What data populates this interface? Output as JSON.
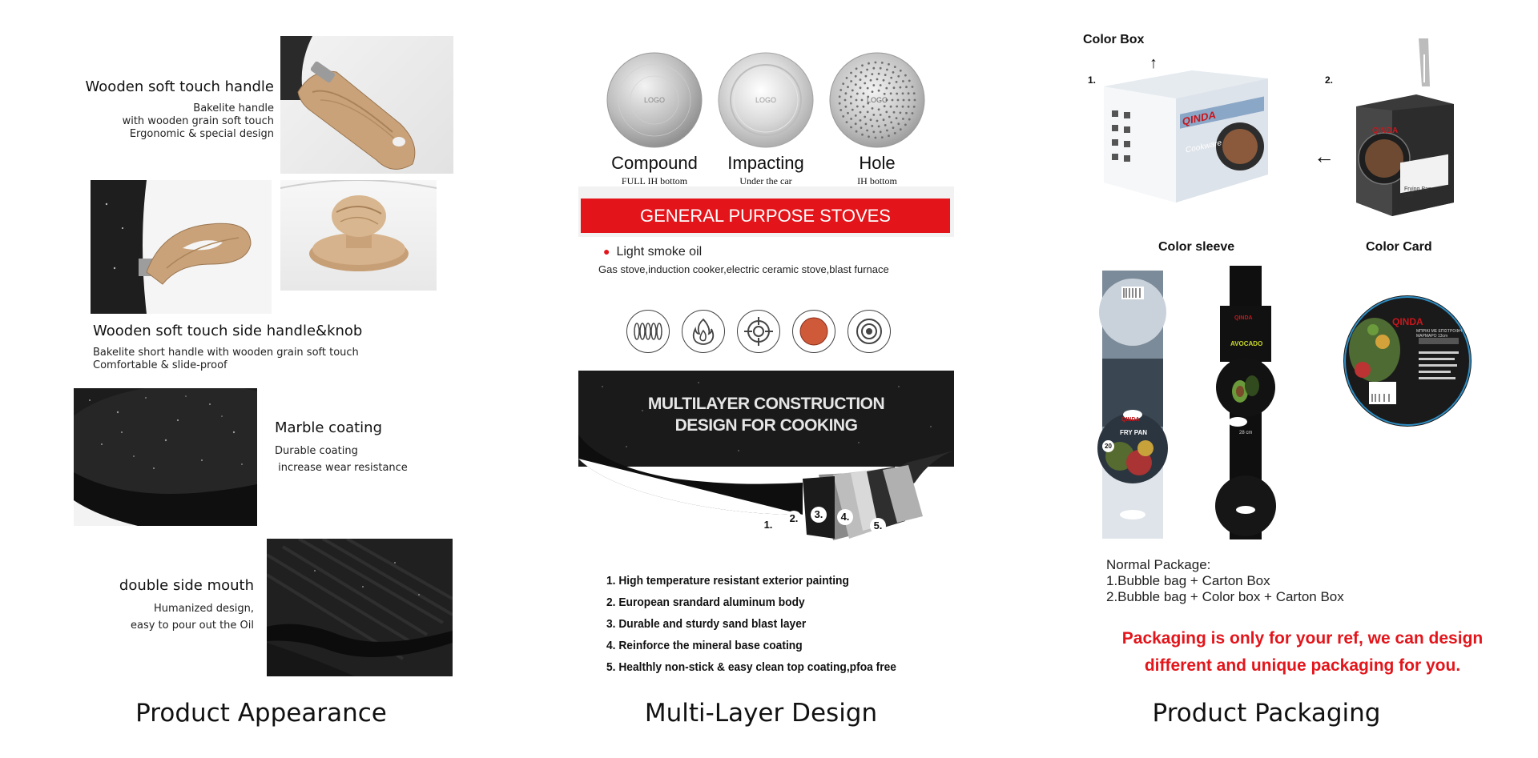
{
  "appearance": {
    "section_label": "Product Appearance",
    "handle_title": "Wooden soft touch handle",
    "handle_lines": [
      "Bakelite handle",
      "with wooden grain soft touch",
      "Ergonomic & special design"
    ],
    "side_title": "Wooden soft touch side handle&knob",
    "side_lines": [
      "Bakelite short handle with wooden grain soft touch",
      "Comfortable & slide-proof"
    ],
    "marble_title": "Marble coating",
    "marble_lines": [
      "Durable coating",
      " increase wear resistance"
    ],
    "mouth_title": "double side mouth",
    "mouth_lines": [
      "Humanized design,",
      "easy to pour out the Oil"
    ]
  },
  "multilayer": {
    "section_label": "Multi-Layer Design",
    "bottoms": [
      {
        "label": "Compound",
        "sub": "FULL IH bottom",
        "logo": "LOGO"
      },
      {
        "label": "Impacting",
        "sub": "Under the car",
        "logo": "LOGO"
      },
      {
        "label": "Hole",
        "sub": "IH bottom",
        "logo": "LOGO"
      }
    ],
    "banner": "GENERAL PURPOSE STOVES",
    "bullet": "Light smoke oil",
    "stoves": "Gas stove,induction cooker,electric ceramic stove,blast furnace",
    "stove_icons": [
      "coil-stove-icon",
      "gas-flame-icon",
      "gas-burner-icon",
      "ceramic-plate-icon",
      "induction-icon"
    ],
    "layer_title_1": "MULTILAYER CONSTRUCTION",
    "layer_title_2": "DESIGN FOR COOKING",
    "layer_numbers": [
      "1.",
      "2.",
      "3.",
      "4.",
      "5."
    ],
    "features": [
      "1. High temperature resistant exterior painting",
      "2. European srandard aluminum body",
      "3. Durable and sturdy sand blast layer",
      "4. Reinforce the mineral base coating",
      "5. Healthly non-stick & easy clean top coating,pfoa free"
    ]
  },
  "packaging": {
    "section_label": "Product Packaging",
    "color_box": "Color Box",
    "num_1": "1.",
    "num_2": "2.",
    "color_sleeve": "Color sleeve",
    "color_card": "Color Card",
    "brand": "QINDA",
    "sleeve_fry": "FRY PAN",
    "sleeve_size": "20",
    "sleeve_avocado": "AVOCADO",
    "sleeve_cm": "28 cm",
    "box_cookware": "Cookware",
    "box_item": "Frying Pan Set",
    "card_greek_1": "ΜΠΡΙΚΙ ΜΕ ΕΠΙΣΤΡΟΦΗ",
    "card_greek_2": "ΜΑΡΜΑΡΟ 13cm",
    "normal_title": "Normal Package:",
    "normal_lines": [
      "1.Bubble bag + Carton Box",
      "2.Bubble bag + Color box + Carton Box"
    ],
    "red_line_1": "Packaging is only for your ref, we can design",
    "red_line_2": "different and unique packaging for you."
  },
  "colors": {
    "banner_red": "#e3151b",
    "pan_black": "#1a1a1a",
    "wood": "#c9a27a"
  }
}
